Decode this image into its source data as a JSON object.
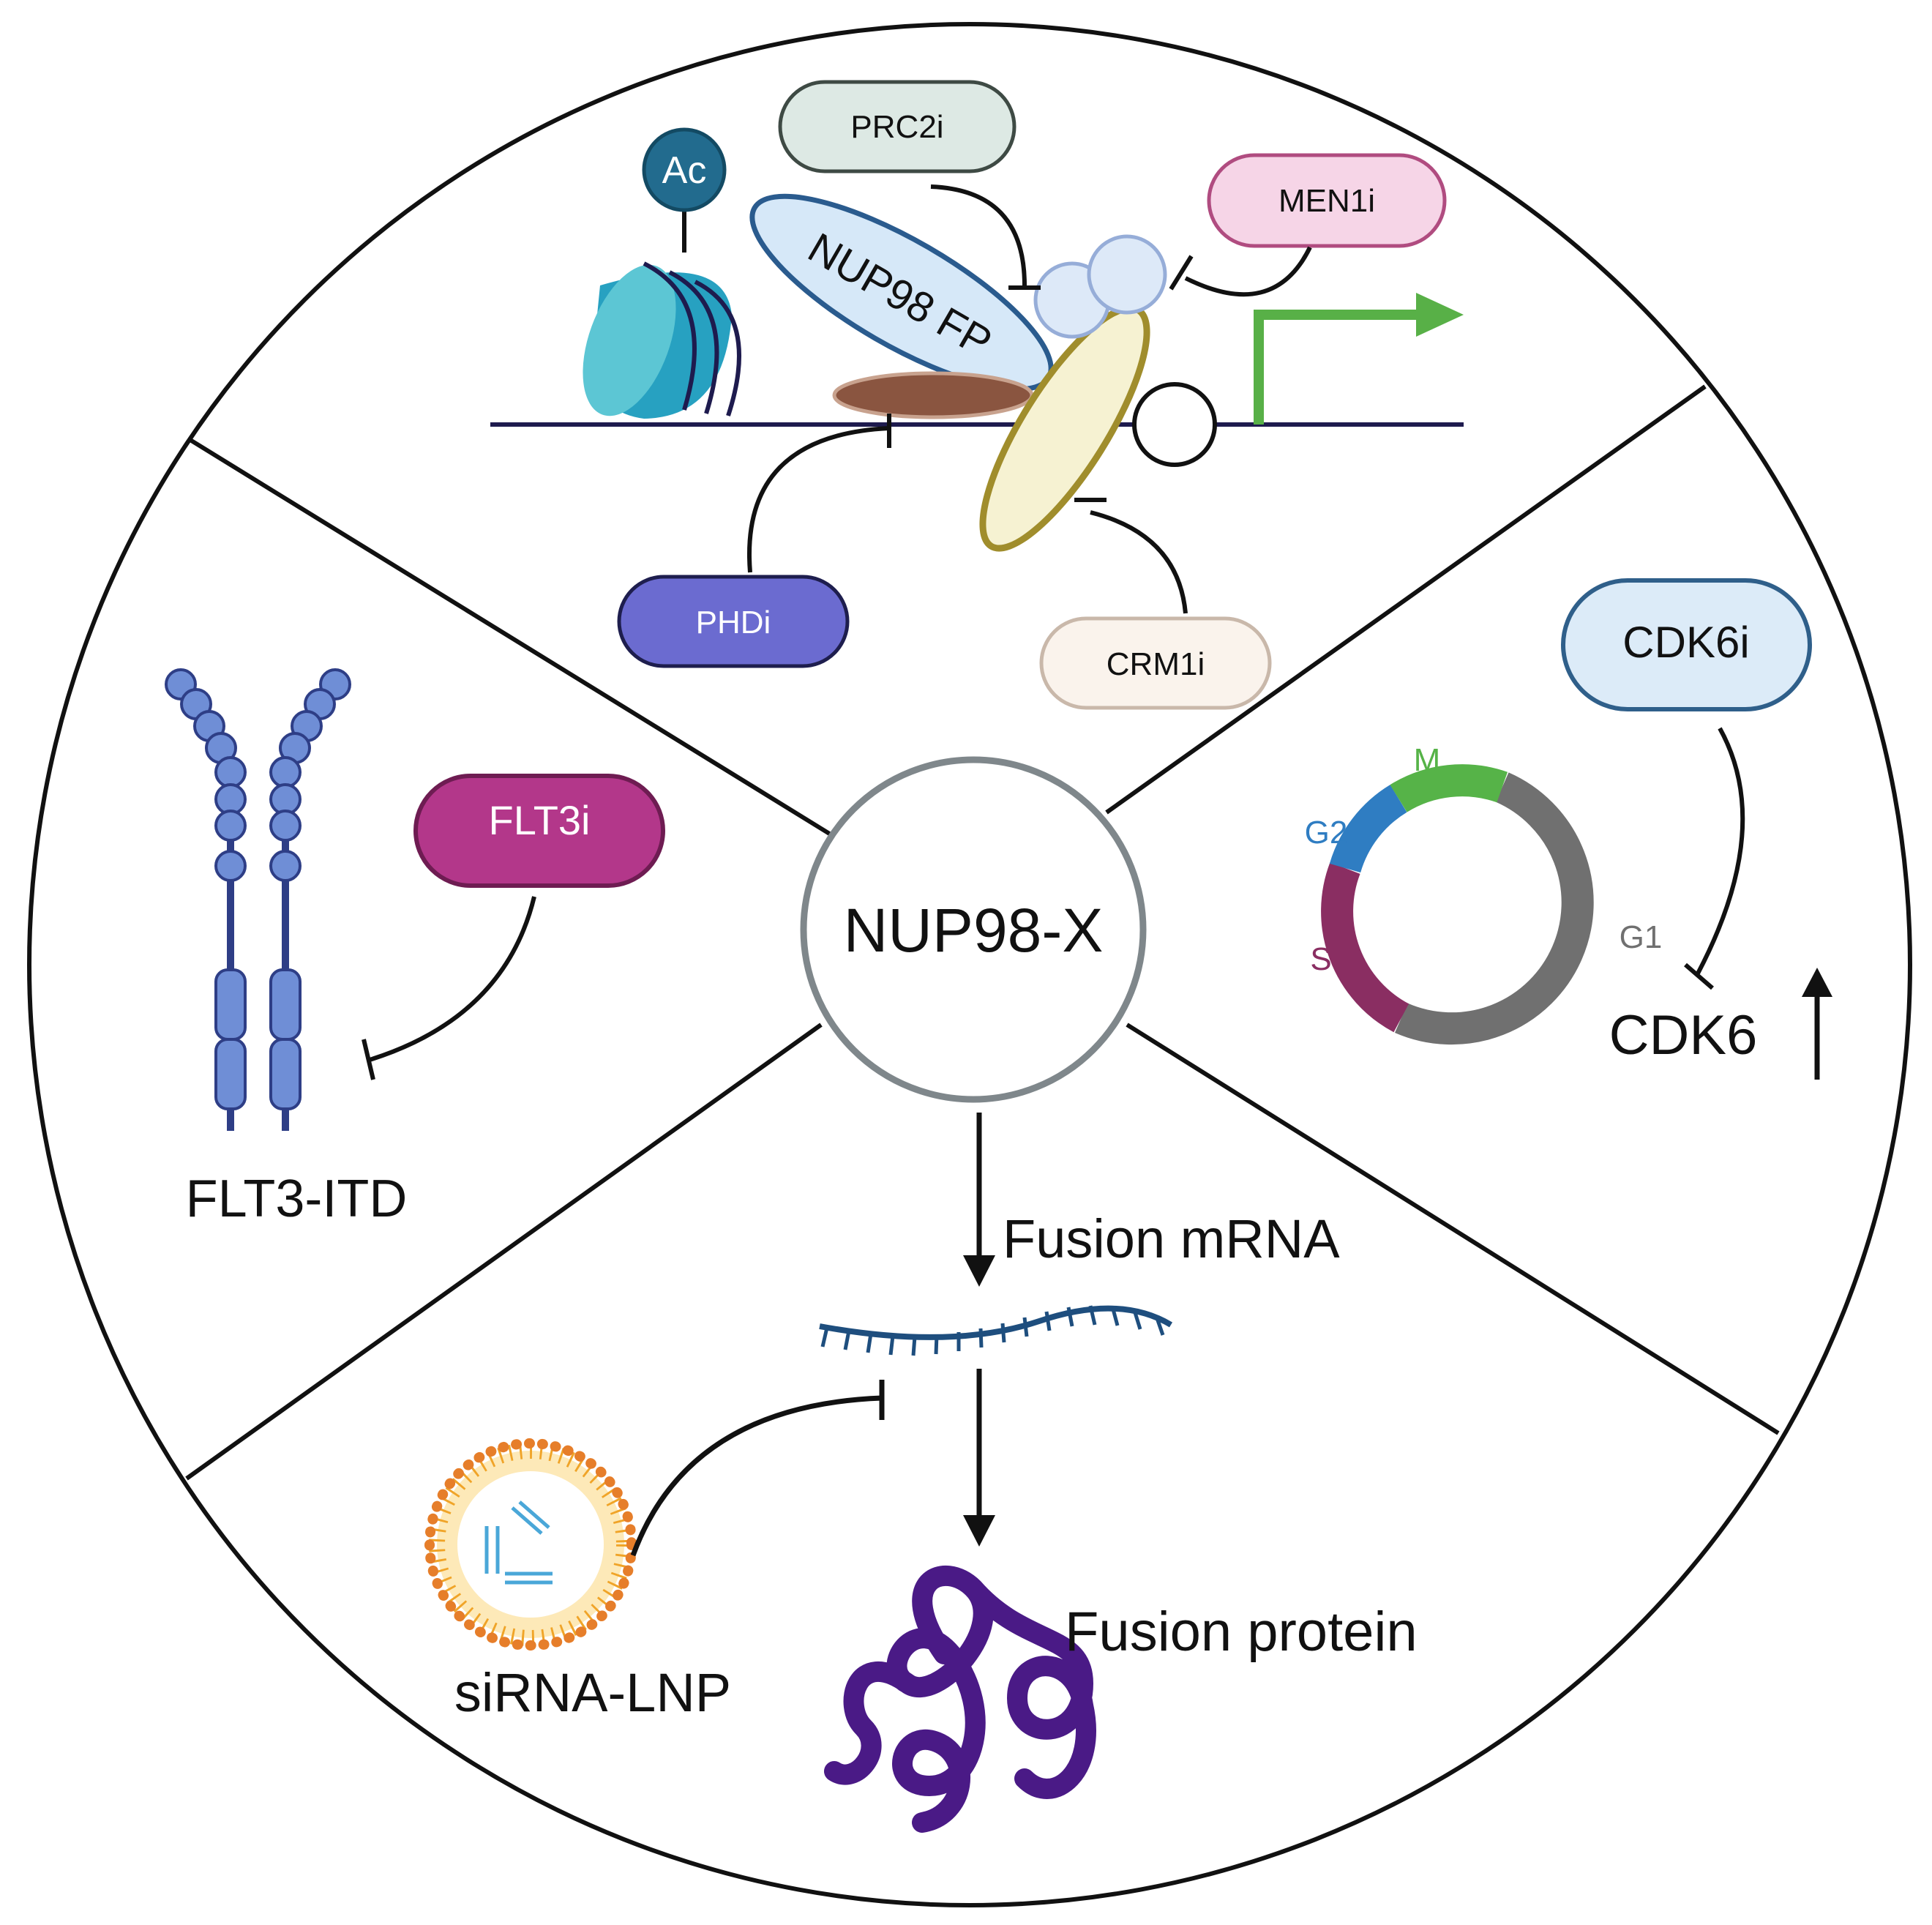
{
  "center": {
    "label": "NUP98-X"
  },
  "top_panel": {
    "acetyl_label": "Ac",
    "fusion_protein_label": "NUP98 FP",
    "inhibitors": {
      "prc2": "PRC2i",
      "men1": "MEN1i",
      "phd": "PHDi",
      "crm1": "CRM1i"
    }
  },
  "left_panel": {
    "inhibitor": "FLT3i",
    "receptor_label": "FLT3-ITD"
  },
  "right_panel": {
    "inhibitor": "CDK6i",
    "target_label": "CDK6",
    "arrow_glyph": "↑",
    "cell_cycle": {
      "phases": [
        {
          "name": "M",
          "color": "#56b348"
        },
        {
          "name": "G1",
          "color": "#707070"
        },
        {
          "name": "S",
          "color": "#8a2e62"
        },
        {
          "name": "G2",
          "color": "#2f7dc2"
        }
      ]
    }
  },
  "bottom_panel": {
    "mrna_label": "Fusion mRNA",
    "protein_label": "Fusion protein",
    "lnp_label": "siRNA-LNP"
  },
  "colors": {
    "prc2_fill": "#dde9e4",
    "men1_fill": "#f6d5e7",
    "men1_stroke": "#b04c80",
    "phd_fill": "#6b6bd0",
    "crm1_fill": "#faf3ec",
    "flt3_fill": "#b3378a",
    "cdk6_fill": "#dcebf8",
    "cdk6_stroke": "#2f5f8a",
    "receptor": "#6f8ed6",
    "protein": "#4a1a86",
    "arrow_green": "#58b047"
  }
}
